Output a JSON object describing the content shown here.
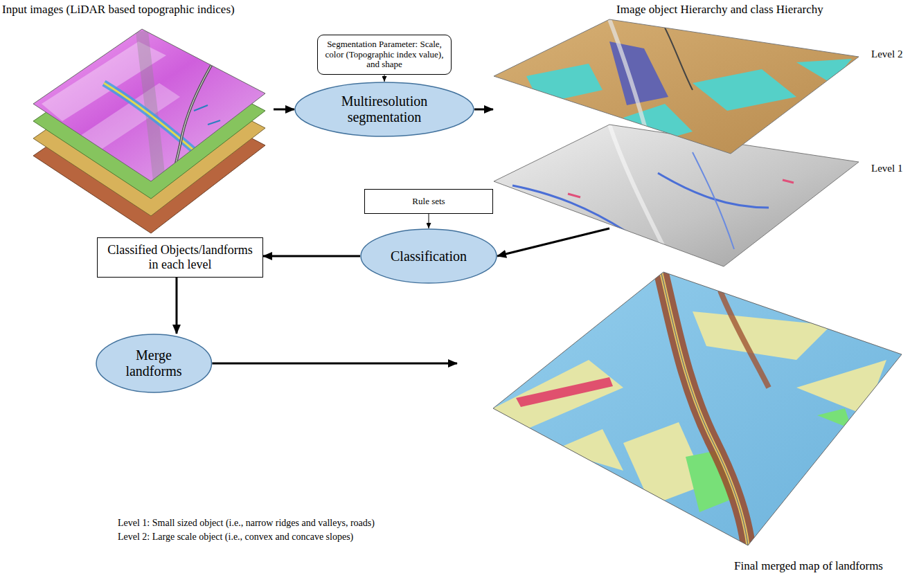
{
  "diagram": {
    "nodes": [
      {
        "text": [
          "Input images (LiDAR based topographic indices)"
        ]
      },
      {
        "text": [
          "Segmentation Parameter: Scale, color (Topographic index value), and shape"
        ]
      },
      {
        "text": [
          "Multiresolution segmentation"
        ]
      },
      {
        "text": [
          "Image object Hierarchy and class Hierarchy",
          "Level 2",
          "Level 1"
        ]
      },
      {
        "text": [
          "Rule sets"
        ]
      },
      {
        "text": [
          "Classification"
        ]
      },
      {
        "text": [
          "Classified Objects/landforms in each level"
        ]
      },
      {
        "text": [
          "Merge landforms"
        ]
      },
      {
        "text": [
          "Final merged map of landforms"
        ]
      }
    ],
    "edges": [
      {
        "from": 0,
        "to": 2,
        "arrow": "to"
      },
      {
        "from": 1,
        "to": 2,
        "arrow": "to"
      },
      {
        "from": 2,
        "to": 3,
        "arrow": "to"
      },
      {
        "from": 3,
        "to": 5,
        "arrow": "to"
      },
      {
        "from": 4,
        "to": 5,
        "arrow": "to"
      },
      {
        "from": 5,
        "to": 6,
        "arrow": "to"
      },
      {
        "from": 6,
        "to": 7,
        "arrow": "to"
      },
      {
        "from": 7,
        "to": 8,
        "arrow": "to"
      }
    ],
    "labels": [
      "Level 1: Small sized object (i.e., narrow ridges and valleys, roads)",
      "Level 2: Large scale object (i.e., convex and concave slopes)"
    ]
  }
}
